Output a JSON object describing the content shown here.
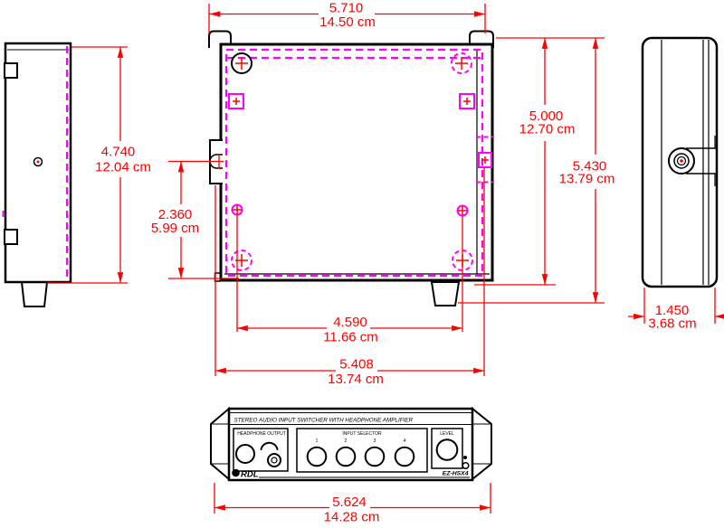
{
  "front": {
    "banner": "STEREO AUDIO INPUT SWITCHER WITH HEADPHONE AMPLIFIER",
    "headphone_label": "HEADPHONE OUTPUT",
    "selector_label": "INPUT SELECTOR",
    "channels": [
      "1",
      "2",
      "3",
      "4"
    ],
    "level_label": "LEVEL",
    "brand": "RDL",
    "model": "EZ-HSX4"
  },
  "dims": {
    "top_width": {
      "in": "5.710",
      "cm": "14.50 cm"
    },
    "left_height": {
      "in": "4.740",
      "cm": "12.04 cm"
    },
    "tab_offset": {
      "in": "2.360",
      "cm": "5.99 cm"
    },
    "body_height": {
      "in": "5.000",
      "cm": "12.70 cm"
    },
    "overall_height": {
      "in": "5.430",
      "cm": "13.79 cm"
    },
    "hole_span": {
      "in": "4.590",
      "cm": "11.66 cm"
    },
    "body_width": {
      "in": "5.408",
      "cm": "13.74 cm"
    },
    "front_width": {
      "in": "5.624",
      "cm": "14.28 cm"
    },
    "depth": {
      "in": "1.450",
      "cm": "3.68 cm"
    }
  },
  "colors": {
    "dimension_red": "#ff0000",
    "hidden_magenta": "#ff00ff",
    "outline_black": "#000000",
    "background": "#ffffff"
  }
}
